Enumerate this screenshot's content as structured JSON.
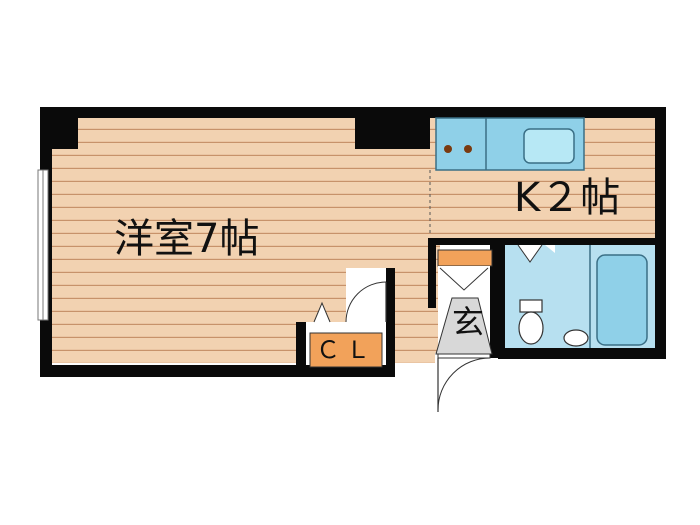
{
  "rooms": {
    "western_room": {
      "label": "洋室7帖",
      "floor_color": "#f2d2b1",
      "line_color": "#c7926a"
    },
    "kitchen": {
      "label": "K２帖"
    },
    "entrance": {
      "label": "玄"
    },
    "closet": {
      "label": "ＣＬ",
      "color": "#f2a25a"
    }
  },
  "colors": {
    "wall": "#0a0a0a",
    "fixture_blue": "#8fd0e8",
    "wet_area": "#b7e0f0",
    "entrance_floor": "#d8d8d8"
  },
  "fixtures": {
    "stove": "stove-icon",
    "sink": "sink-icon",
    "toilet": "toilet-icon",
    "bathtub": "bathtub-icon",
    "washbasin": "washbasin-icon"
  }
}
